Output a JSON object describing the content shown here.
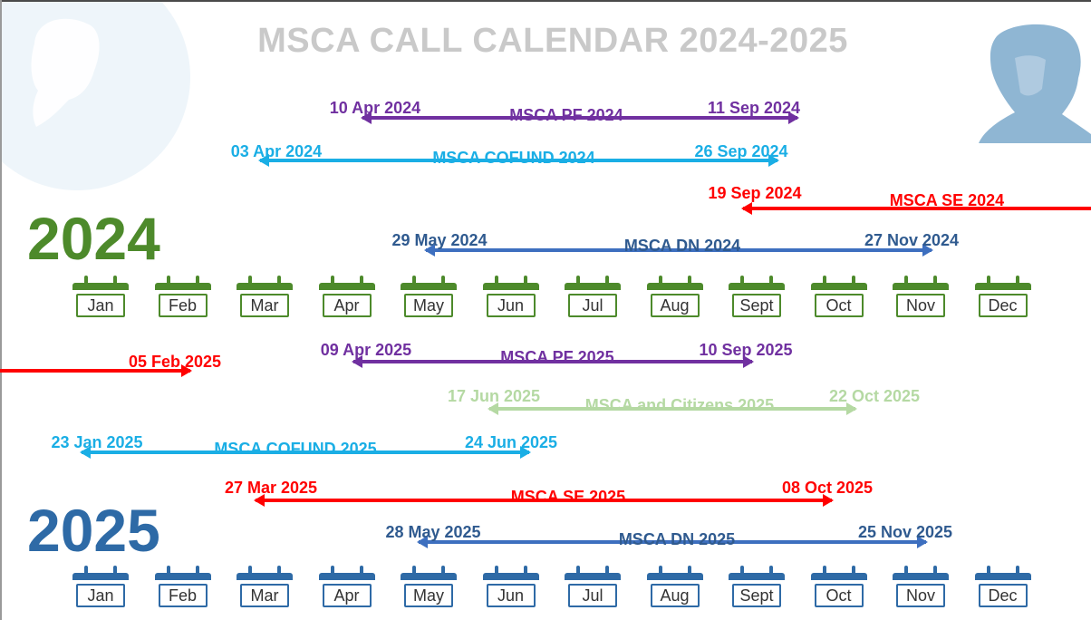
{
  "title": "MSCA CALL CALENDAR 2024-2025",
  "colors": {
    "pf": "#7030a0",
    "cofund": "#1aaee5",
    "se": "#ff0000",
    "dn": "#3d6fbf",
    "citizens": "#b5d9a3",
    "green": "#4d8a2b",
    "blue2025": "#2e6aa6",
    "dnText": "#2f5a8f"
  },
  "year_2024": {
    "label": "2024",
    "months": [
      "Jan",
      "Feb",
      "Mar",
      "Apr",
      "May",
      "Jun",
      "Jul",
      "Aug",
      "Sept",
      "Oct",
      "Nov",
      "Dec"
    ]
  },
  "year_2025": {
    "label": "2025",
    "months": [
      "Jan",
      "Feb",
      "Mar",
      "Apr",
      "May",
      "Jun",
      "Jul",
      "Aug",
      "Sept",
      "Oct",
      "Nov",
      "Dec"
    ]
  },
  "calls": [
    {
      "id": "pf2024",
      "name": "MSCA PF 2024",
      "start": "10 Apr 2024",
      "end": "11 Sep 2024",
      "color": "pf",
      "row": 130
    },
    {
      "id": "cofund2024",
      "name": "MSCA COFUND 2024",
      "start": "03 Apr 2024",
      "end": "26 Sep 2024",
      "color": "cofund",
      "row": 177
    },
    {
      "id": "se2024",
      "name": "MSCA SE 2024",
      "start": "19 Sep 2024",
      "end": "",
      "color": "se",
      "row": 230
    },
    {
      "id": "dn2024",
      "name": "MSCA DN 2024",
      "start": "29 May 2024",
      "end": "27 Nov 2024",
      "color": "dn",
      "row": 276
    },
    {
      "id": "feb2025",
      "name": "",
      "start": "",
      "end": "05 Feb 2025",
      "color": "se",
      "row": 409
    },
    {
      "id": "pf2025",
      "name": "MSCA PF 2025",
      "start": "09 Apr 2025",
      "end": "10 Sep 2025",
      "color": "pf",
      "row": 399
    },
    {
      "id": "citizens2025",
      "name": "MSCA and Citizens 2025",
      "start": "17 Jun 2025",
      "end": "22 Oct 2025",
      "color": "citizens",
      "row": 451
    },
    {
      "id": "cofund2025",
      "name": "MSCA COFUND 2025",
      "start": "23 Jan 2025",
      "end": "24 Jun 2025",
      "color": "cofund",
      "row": 499
    },
    {
      "id": "se2025",
      "name": "MSCA SE 2025",
      "start": "27 Mar 2025",
      "end": "08 Oct 2025",
      "color": "se",
      "row": 552
    },
    {
      "id": "dn2025",
      "name": "MSCA DN 2025",
      "start": "28 May 2025",
      "end": "25 Nov 2025",
      "color": "dn",
      "row": 598
    }
  ]
}
